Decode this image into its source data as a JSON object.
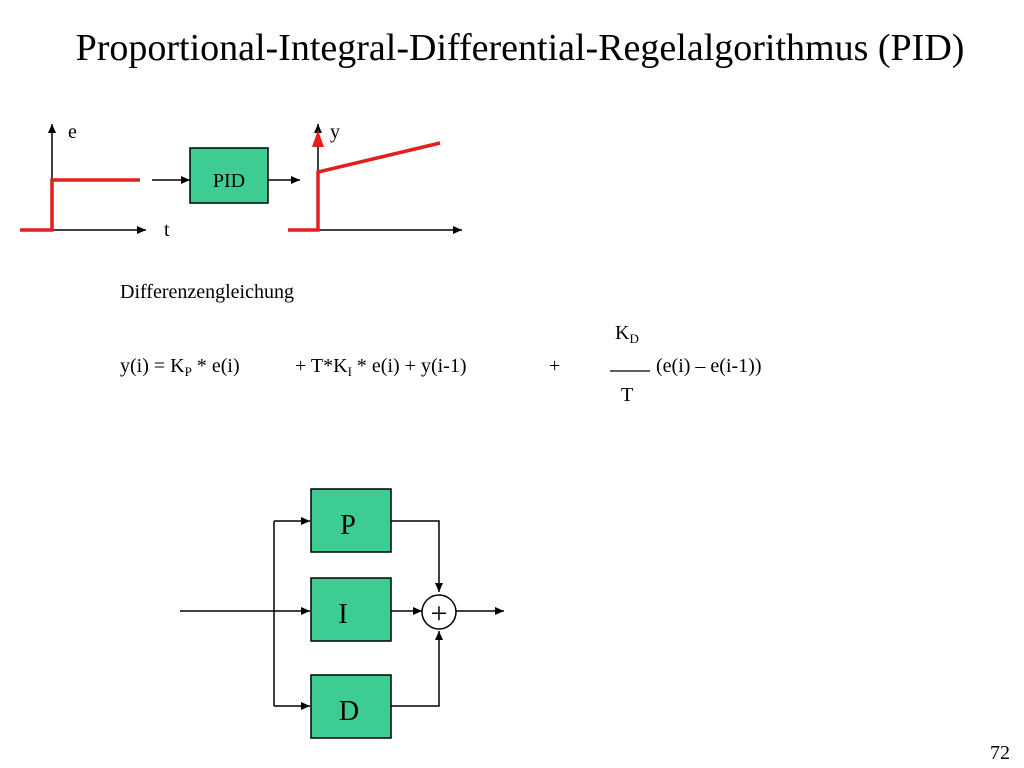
{
  "title": "Proportional-Integral-Differential-Regelalgorithmus (PID)",
  "step_diagram": {
    "input_axis_label": "e",
    "time_axis_label": "t",
    "block_label": "PID",
    "output_axis_label": "y"
  },
  "equation": {
    "heading": "Differenzengleichung",
    "lhs": "y(i) = K",
    "kp_sub": "P",
    "term1_rest": " * e(i)",
    "term2_pre": "+ T*K",
    "ki_sub": "I",
    "term2_rest": " * e(i) + y(i-1)",
    "plus": "+",
    "frac_num": "K",
    "kd_sub": "D",
    "frac_den": "T",
    "term3": "(e(i) – e(i-1))"
  },
  "block_diagram": {
    "p_label": "P",
    "i_label": "I",
    "d_label": "D",
    "sum_label": "+"
  },
  "page_number": "72",
  "colors": {
    "block_fill": "#3dcc91",
    "signal_red": "#e31e1e",
    "line": "#000000"
  }
}
